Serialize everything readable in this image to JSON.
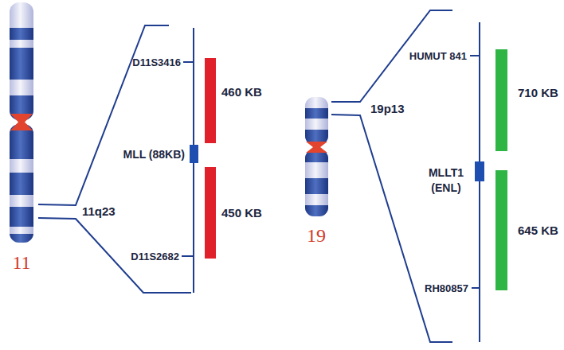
{
  "diagram": {
    "labels": [
      "D11S3416",
      "460 KB",
      "MLL (88KB)",
      "450 KB",
      "D11S2682",
      "11q23",
      "11",
      "HUMUT 841",
      "710 KB",
      "19p13",
      "MLLT1 (ENL)",
      "645 KB",
      "RH80857",
      "19"
    ]
  }
}
